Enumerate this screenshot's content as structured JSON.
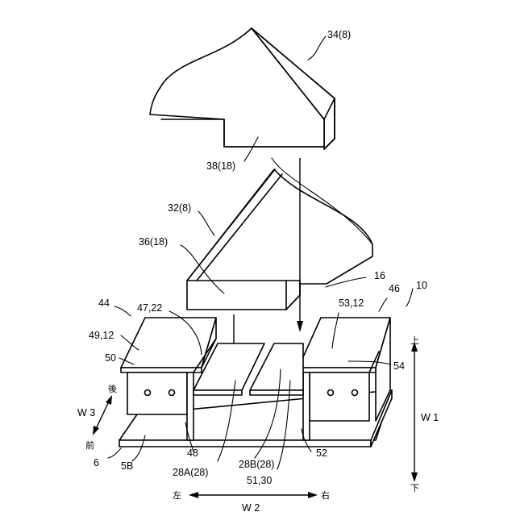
{
  "labels": {
    "p34": "34(8)",
    "p38": "38(18)",
    "p32": "32(8)",
    "p36": "36(18)",
    "p16": "16",
    "p10": "10",
    "p46": "46",
    "p44": "44",
    "p47": "47,22",
    "p53": "53,12",
    "p49": "49,12",
    "p50": "50",
    "p54": "54",
    "p6": "6",
    "p5B": "5B",
    "p48": "48",
    "p28A": "28A(28)",
    "p28B": "28B(28)",
    "p52": "52",
    "p51": "51,30"
  },
  "directions": {
    "up": "上",
    "down": "下",
    "left": "左",
    "right": "右",
    "back": "後",
    "front": "前",
    "w1": "W 1",
    "w2": "W 2",
    "w3": "W 3"
  }
}
